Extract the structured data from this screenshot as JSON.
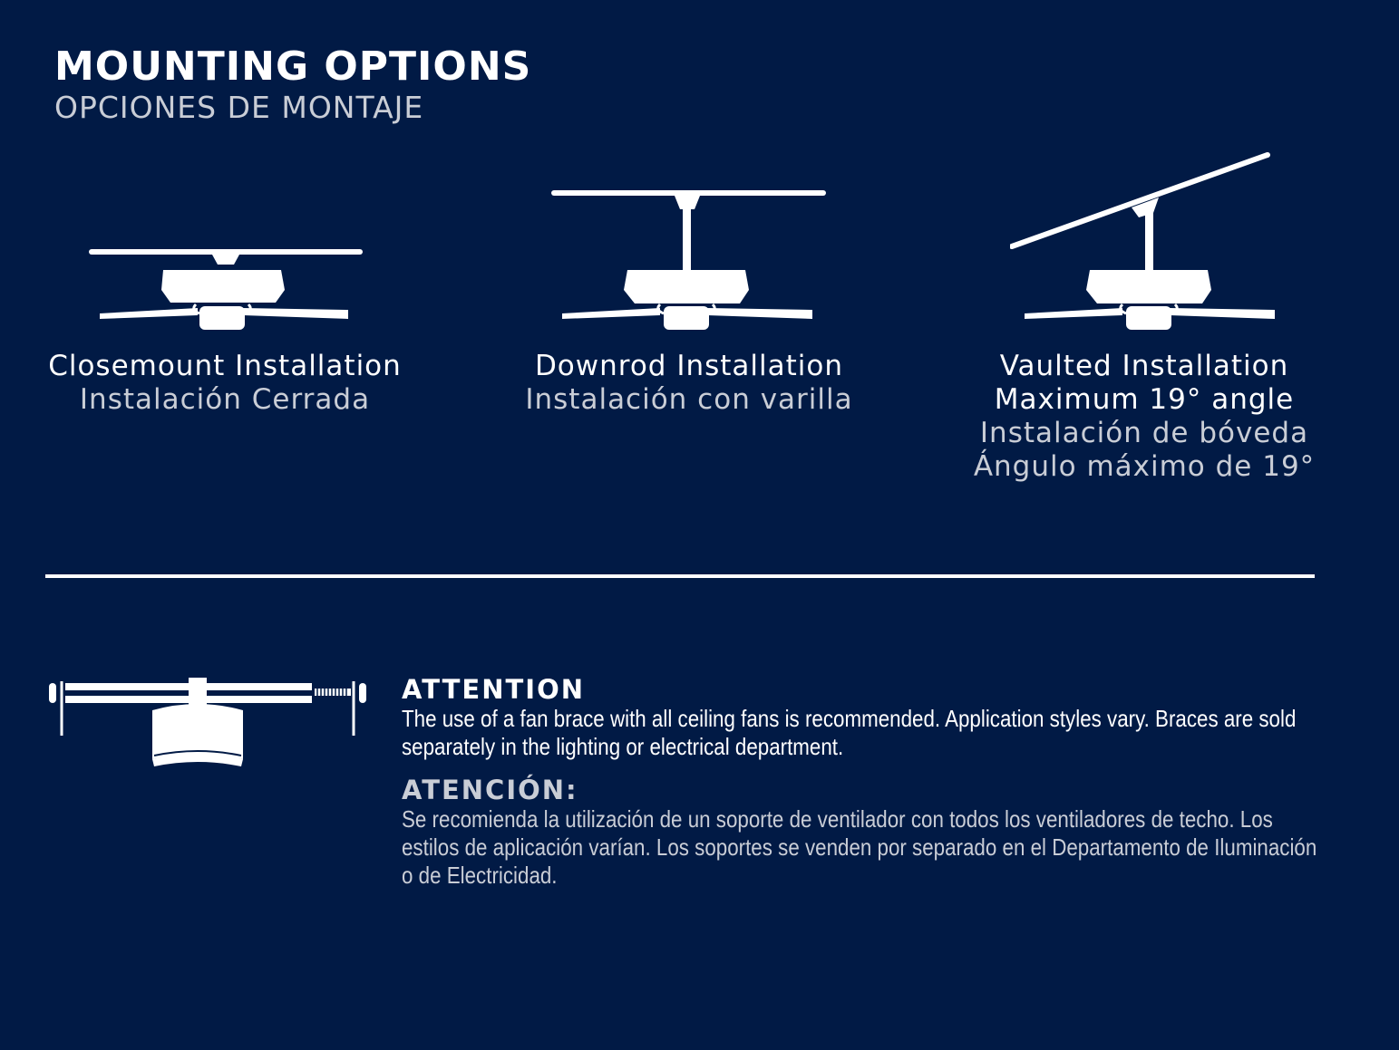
{
  "header": {
    "title": "MOUNTING OPTIONS",
    "subtitle": "OPCIONES DE MONTAJE"
  },
  "options": [
    {
      "icon": "closemount-fan-icon",
      "label_en": "Closemount Installation",
      "label_es": "Instalación Cerrada"
    },
    {
      "icon": "downrod-fan-icon",
      "label_en": "Downrod Installation",
      "label_es": "Instalación con varilla"
    },
    {
      "icon": "vaulted-fan-icon",
      "label_en": "Vaulted Installation",
      "label_en_2": "Maximum 19° angle",
      "label_es": "Instalación de bóveda",
      "label_es_2": "Ángulo máximo de 19°"
    }
  ],
  "attention": {
    "icon": "fan-brace-icon",
    "heading_en": "ATTENTION",
    "body_en": "The use of a fan brace with all ceiling fans is recommended. Application styles vary. Braces are sold separately in the lighting  or electrical department.",
    "heading_es": "ATENCIÓN:",
    "body_es": "Se recomienda la utilización de un soporte de ventilador con todos los ventiladores de techo. Los estilos de aplicación varían. Los soportes se venden por separado en el Departamento de Iluminación o de Electricidad."
  },
  "colors": {
    "background": "#011a45",
    "primary_text": "#ffffff",
    "secondary_text": "#c9cdd6"
  }
}
